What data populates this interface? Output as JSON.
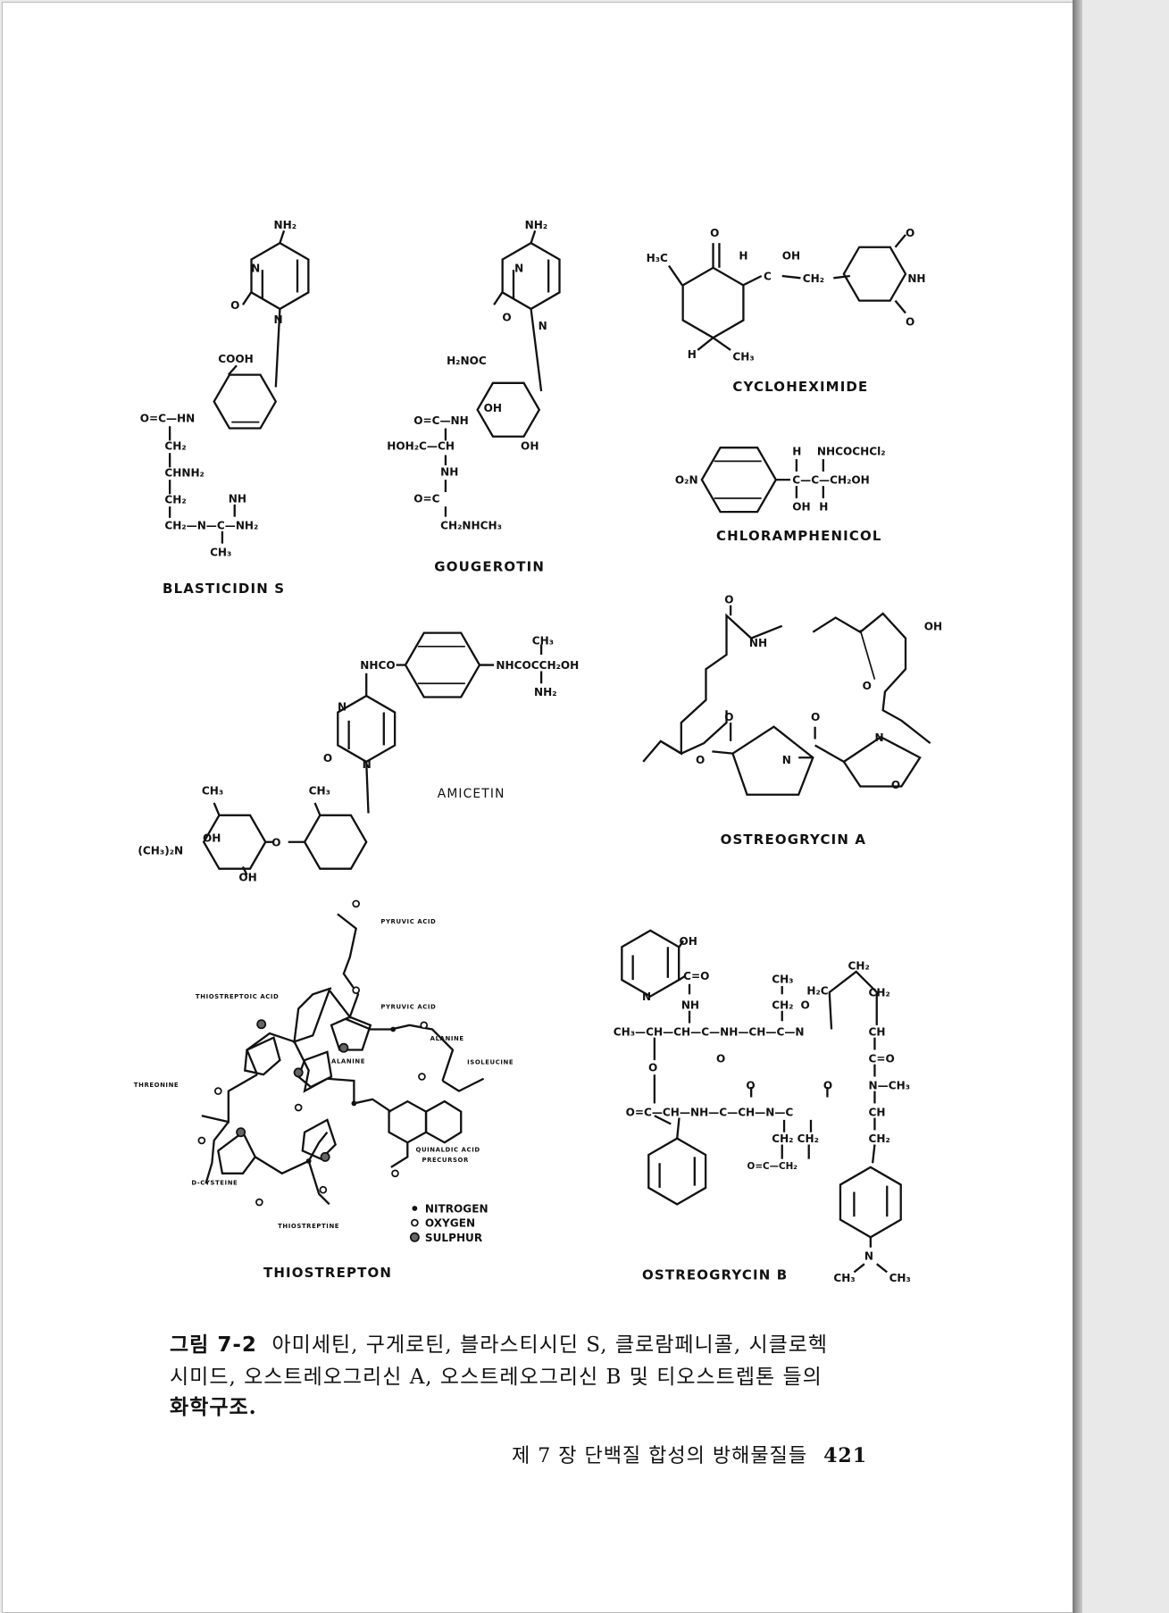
{
  "structures": {
    "blasticidin": {
      "name": "BLASTICIDIN S",
      "atoms": [
        "NH₂",
        "N",
        "O",
        "N",
        "COOH",
        "O=C—HN",
        "CH₂",
        "CHNH₂",
        "CH₂",
        "NH",
        "CH₂—N—C—NH₂",
        "CH₃"
      ]
    },
    "gougerotin": {
      "name": "GOUGEROTIN",
      "atoms": [
        "NH₂",
        "N",
        "O",
        "N",
        "H₂NOC",
        "O=C—NH",
        "OH",
        "HOH₂C—CH",
        "NH",
        "O=C",
        "CH₂NHCH₃",
        "OH"
      ]
    },
    "cycloheximide": {
      "name": "CYCLOHEXIMIDE",
      "atoms": [
        "H₃C",
        "O",
        "H",
        "OH",
        "C",
        "CH₂",
        "O",
        "NH",
        "O",
        "H",
        "CH₃"
      ]
    },
    "chloramphenicol": {
      "name": "CHLORAMPHENICOL",
      "atoms": [
        "O₂N",
        "H",
        "NHCOCHCl₂",
        "C—C—CH₂OH",
        "OH",
        "H"
      ]
    },
    "amicetin": {
      "name": "AMICETIN",
      "atoms": [
        "NHCO",
        "CH₃",
        "NHCOCCH₂OH",
        "NH₂",
        "N",
        "O",
        "N",
        "CH₃",
        "CH₃",
        "(CH₃)₂N",
        "OH",
        "O",
        "OH"
      ]
    },
    "ostreogrycin_a": {
      "name": "OSTREOGRYCIN A",
      "atoms": [
        "O",
        "NH",
        "OH",
        "O",
        "O",
        "O",
        "N",
        "O",
        "N",
        "O"
      ]
    },
    "thiostrepton": {
      "name": "THIOSTREPTON",
      "parts": [
        "PYRUVIC ACID",
        "THIOSTREPTOIC ACID",
        "PYRUVIC ACID",
        "ALANINE",
        "ALANINE",
        "ISOLEUCINE",
        "THREONINE",
        "QUINALDIC ACID",
        "PRECURSOR",
        "D-CYSTEINE",
        "THIOSTREPTINE"
      ],
      "legend": [
        "NITROGEN",
        "OXYGEN",
        "SULPHUR"
      ]
    },
    "ostreogrycin_b": {
      "name": "OSTREOGRYCIN B",
      "atoms": [
        "OH",
        "C=O",
        "N",
        "NH",
        "O",
        "CH₃",
        "CH₂",
        "O",
        "H₂C",
        "CH₂",
        "CH₂",
        "CH₃—CH—CH—C—NH—CH—C—N",
        "CH",
        "C=O",
        "N—CH₃",
        "O",
        "O",
        "O",
        "O=C—CH—NH—C—CH—N—C",
        "CH",
        "CH₂ CH₂",
        "CH₂",
        "O=C—CH₂",
        "N",
        "CH₃",
        "CH₃"
      ]
    }
  },
  "caption": {
    "label": "그림 7-2",
    "line1": "아미세틴, 구게로틴, 블라스티시딘 S, 클로람페니콜, 시클로헥",
    "line2": "시미드, 오스트레오그리신 A, 오스트레오그리신 B 및 티오스트렙톤 들의",
    "line3": "화학구조."
  },
  "footer": {
    "chapter": "제 7 장  단백질 합성의 방해물질들",
    "page": "421"
  }
}
